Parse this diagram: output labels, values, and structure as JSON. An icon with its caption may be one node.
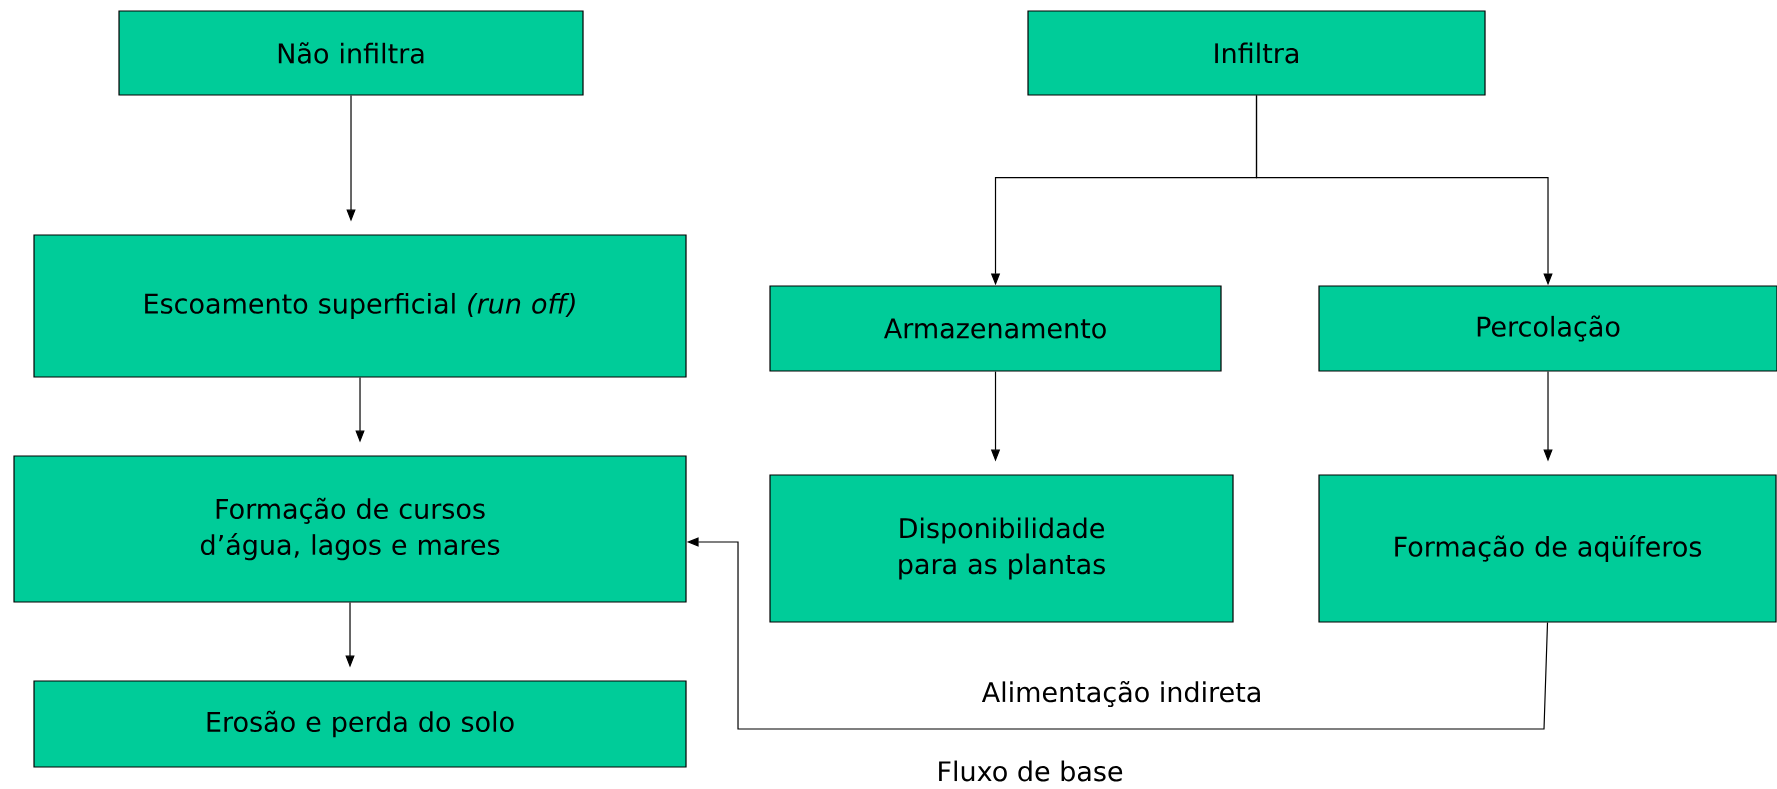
{
  "diagram": {
    "nodes": [
      {
        "text": [
          "Não infiltra"
        ]
      },
      {
        "text": [
          "Infiltra"
        ]
      },
      {
        "text": [
          "Escoamento superficial *(run off)*"
        ]
      },
      {
        "text": [
          "Armazenamento"
        ]
      },
      {
        "text": [
          "Percolação"
        ]
      },
      {
        "text": [
          "Formação de cursos d’água, lagos e mares"
        ]
      },
      {
        "text": [
          "Disponibilidade para as plantas"
        ]
      },
      {
        "text": [
          "Formação de aqüíferos"
        ]
      },
      {
        "text": [
          "Erosão e perda do solo"
        ]
      }
    ],
    "edges": [
      {
        "from": 0,
        "to": 2,
        "arrow": "to"
      },
      {
        "from": 1,
        "to": 3,
        "arrow": "to"
      },
      {
        "from": 1,
        "to": 4,
        "arrow": "to"
      },
      {
        "from": 2,
        "to": 5,
        "arrow": "to"
      },
      {
        "from": 3,
        "to": 6,
        "arrow": "to"
      },
      {
        "from": 4,
        "to": 7,
        "arrow": "to"
      },
      {
        "from": 7,
        "to": 5,
        "arrow": "to",
        "label": "Alimentação indireta"
      },
      {
        "from": 5,
        "to": 8,
        "arrow": "to"
      }
    ],
    "labels": [
      "Fluxo de base"
    ]
  }
}
